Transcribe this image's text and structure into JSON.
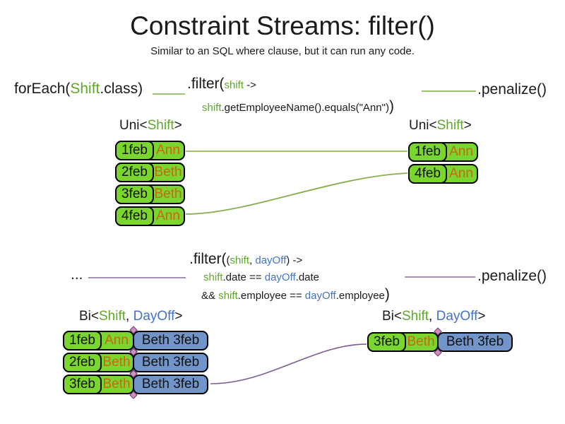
{
  "title": "Constraint Streams: filter()",
  "subtitle": "Similar to an SQL where clause, but it can run any code.",
  "colors": {
    "entity_green": "#7bd52f",
    "entity_blue": "#7195c8",
    "code_green": "#5fa82a",
    "code_blue": "#4472c4",
    "employee_orange": "#cc6611",
    "connector_green": "#8fbc5c",
    "connector_purple": "#8a6a9d"
  },
  "code_top": {
    "foreach": [
      {
        "t": "forEach(",
        "c": "lg k"
      },
      {
        "t": "Shift",
        "c": "lg g"
      },
      {
        "t": ".class)",
        "c": "lg k"
      }
    ],
    "filter_head": [
      {
        "t": ".filter(",
        "c": "lg k"
      },
      {
        "t": "shift",
        "c": "sm g"
      },
      {
        "t": " ->",
        "c": "sm k"
      }
    ],
    "filter_body": [
      {
        "t": "shift",
        "c": "sm g"
      },
      {
        "t": ".getEmployeeName().equals(\"Ann\")",
        "c": "sm k"
      },
      {
        "t": ")",
        "c": "lg k"
      }
    ],
    "penalize": ".penalize()"
  },
  "code_bottom": {
    "ellipsis": "...",
    "filter_head": [
      {
        "t": ".filter(",
        "c": "lg k"
      },
      {
        "t": "(",
        "c": "sm k"
      },
      {
        "t": "shift",
        "c": "sm g"
      },
      {
        "t": ", ",
        "c": "sm k"
      },
      {
        "t": "dayOff",
        "c": "sm b"
      },
      {
        "t": ") ->",
        "c": "sm k"
      }
    ],
    "filter_line2": [
      {
        "t": "shift",
        "c": "sm g"
      },
      {
        "t": ".date == ",
        "c": "sm k"
      },
      {
        "t": "dayOff",
        "c": "sm b"
      },
      {
        "t": ".date",
        "c": "sm k"
      }
    ],
    "filter_line3": [
      {
        "t": "&& ",
        "c": "sm k"
      },
      {
        "t": "shift",
        "c": "sm g"
      },
      {
        "t": ".employee == ",
        "c": "sm k"
      },
      {
        "t": "dayOff",
        "c": "sm b"
      },
      {
        "t": ".employee",
        "c": "sm k"
      },
      {
        "t": ")",
        "c": "lg k"
      }
    ],
    "penalize": ".penalize()"
  },
  "labels": {
    "uni_left": [
      {
        "t": "Uni<",
        "c": "md k"
      },
      {
        "t": "Shift",
        "c": "md g"
      },
      {
        "t": ">",
        "c": "md k"
      }
    ],
    "uni_right": [
      {
        "t": "Uni<",
        "c": "md k"
      },
      {
        "t": "Shift",
        "c": "md g"
      },
      {
        "t": ">",
        "c": "md k"
      }
    ],
    "bi_left": [
      {
        "t": "Bi<",
        "c": "md k"
      },
      {
        "t": "Shift",
        "c": "md g"
      },
      {
        "t": ", ",
        "c": "md k"
      },
      {
        "t": "DayOff",
        "c": "md b"
      },
      {
        "t": ">",
        "c": "md k"
      }
    ],
    "bi_right": [
      {
        "t": "Bi<",
        "c": "md k"
      },
      {
        "t": "Shift",
        "c": "md g"
      },
      {
        "t": ", ",
        "c": "md k"
      },
      {
        "t": "DayOff",
        "c": "md b"
      },
      {
        "t": ">",
        "c": "md k"
      }
    ]
  },
  "tables": {
    "uni_left": {
      "rows": [
        {
          "date": "1feb",
          "name": "Ann"
        },
        {
          "date": "2feb",
          "name": "Beth"
        },
        {
          "date": "3feb",
          "name": "Beth"
        },
        {
          "date": "4feb",
          "name": "Ann"
        }
      ]
    },
    "uni_right": {
      "rows": [
        {
          "date": "1feb",
          "name": "Ann"
        },
        {
          "date": "4feb",
          "name": "Ann"
        }
      ]
    },
    "bi_left": {
      "rows": [
        {
          "date": "1feb",
          "name": "Ann",
          "dayoff": "Beth 3feb"
        },
        {
          "date": "2feb",
          "name": "Beth",
          "dayoff": "Beth 3feb"
        },
        {
          "date": "3feb",
          "name": "Beth",
          "dayoff": "Beth 3feb"
        }
      ]
    },
    "bi_right": {
      "rows": [
        {
          "date": "3feb",
          "name": "Beth",
          "dayoff": "Beth 3feb"
        }
      ]
    }
  }
}
